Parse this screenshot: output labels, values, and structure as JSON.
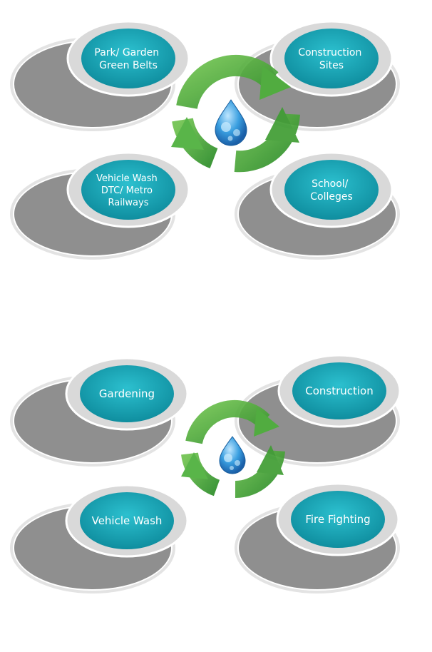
{
  "colors": {
    "pill_fill": "#1aa7b8",
    "pill_ring": "#d9d9d9",
    "shadow": "#8f8f8f",
    "arrow_green": "#4caf3a",
    "drop_blue": "#2e8fd6"
  },
  "top_diagram": {
    "nodes": [
      {
        "lines": [
          "Park/ Garden",
          "Green Belts"
        ]
      },
      {
        "lines": [
          "Construction",
          "Sites"
        ]
      },
      {
        "lines": [
          "Vehicle Wash",
          "DTC/ Metro",
          "Railways"
        ]
      },
      {
        "lines": [
          "School/",
          "Colleges"
        ]
      }
    ],
    "center_icon": "water-drop-icon",
    "cycle_icon": "recycle-arrows-icon"
  },
  "bottom_diagram": {
    "nodes": [
      {
        "lines": [
          "Gardening"
        ]
      },
      {
        "lines": [
          "Construction"
        ]
      },
      {
        "lines": [
          "Vehicle Wash"
        ]
      },
      {
        "lines": [
          "Fire Fighting"
        ]
      }
    ],
    "center_icon": "water-drop-icon",
    "cycle_icon": "recycle-arrows-icon"
  }
}
